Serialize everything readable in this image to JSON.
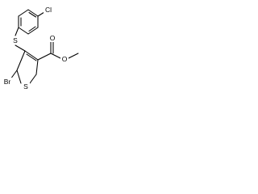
{
  "molecule": {
    "atoms": {
      "chlorine": "Cl",
      "sulfide_sulfur": "S",
      "bromine": "Br",
      "ring_sulfur": "S",
      "carbonyl_oxygen": "O",
      "ester_oxygen": "O"
    }
  }
}
